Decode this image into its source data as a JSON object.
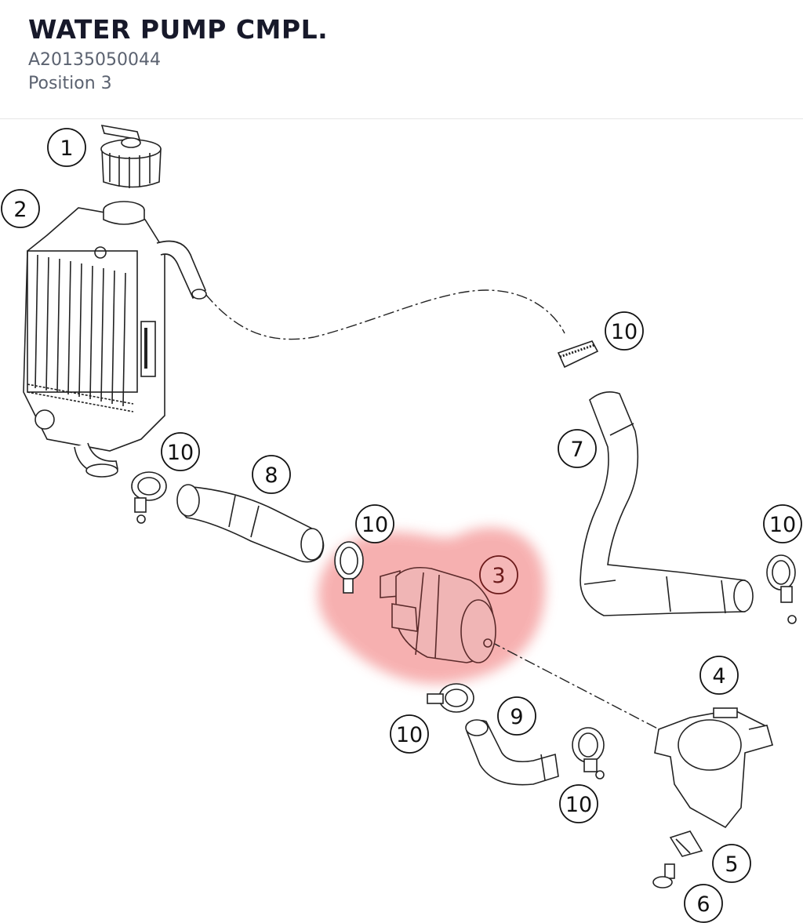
{
  "header": {
    "title": "WATER PUMP CMPL.",
    "part_number": "A20135050044",
    "position": "Position 3"
  },
  "diagram": {
    "highlight_color": "#f5a3a3",
    "highlighted_callout": "3",
    "callouts": [
      {
        "id": "c1",
        "label": "1"
      },
      {
        "id": "c2",
        "label": "2"
      },
      {
        "id": "c10a",
        "label": "10"
      },
      {
        "id": "c7",
        "label": "7"
      },
      {
        "id": "c10b",
        "label": "10"
      },
      {
        "id": "c8",
        "label": "8"
      },
      {
        "id": "c10c",
        "label": "10"
      },
      {
        "id": "c10d",
        "label": "10"
      },
      {
        "id": "c3",
        "label": "3"
      },
      {
        "id": "c4",
        "label": "4"
      },
      {
        "id": "c9",
        "label": "9"
      },
      {
        "id": "c10e",
        "label": "10"
      },
      {
        "id": "c10f",
        "label": "10"
      },
      {
        "id": "c5",
        "label": "5"
      },
      {
        "id": "c6",
        "label": "6"
      }
    ]
  }
}
